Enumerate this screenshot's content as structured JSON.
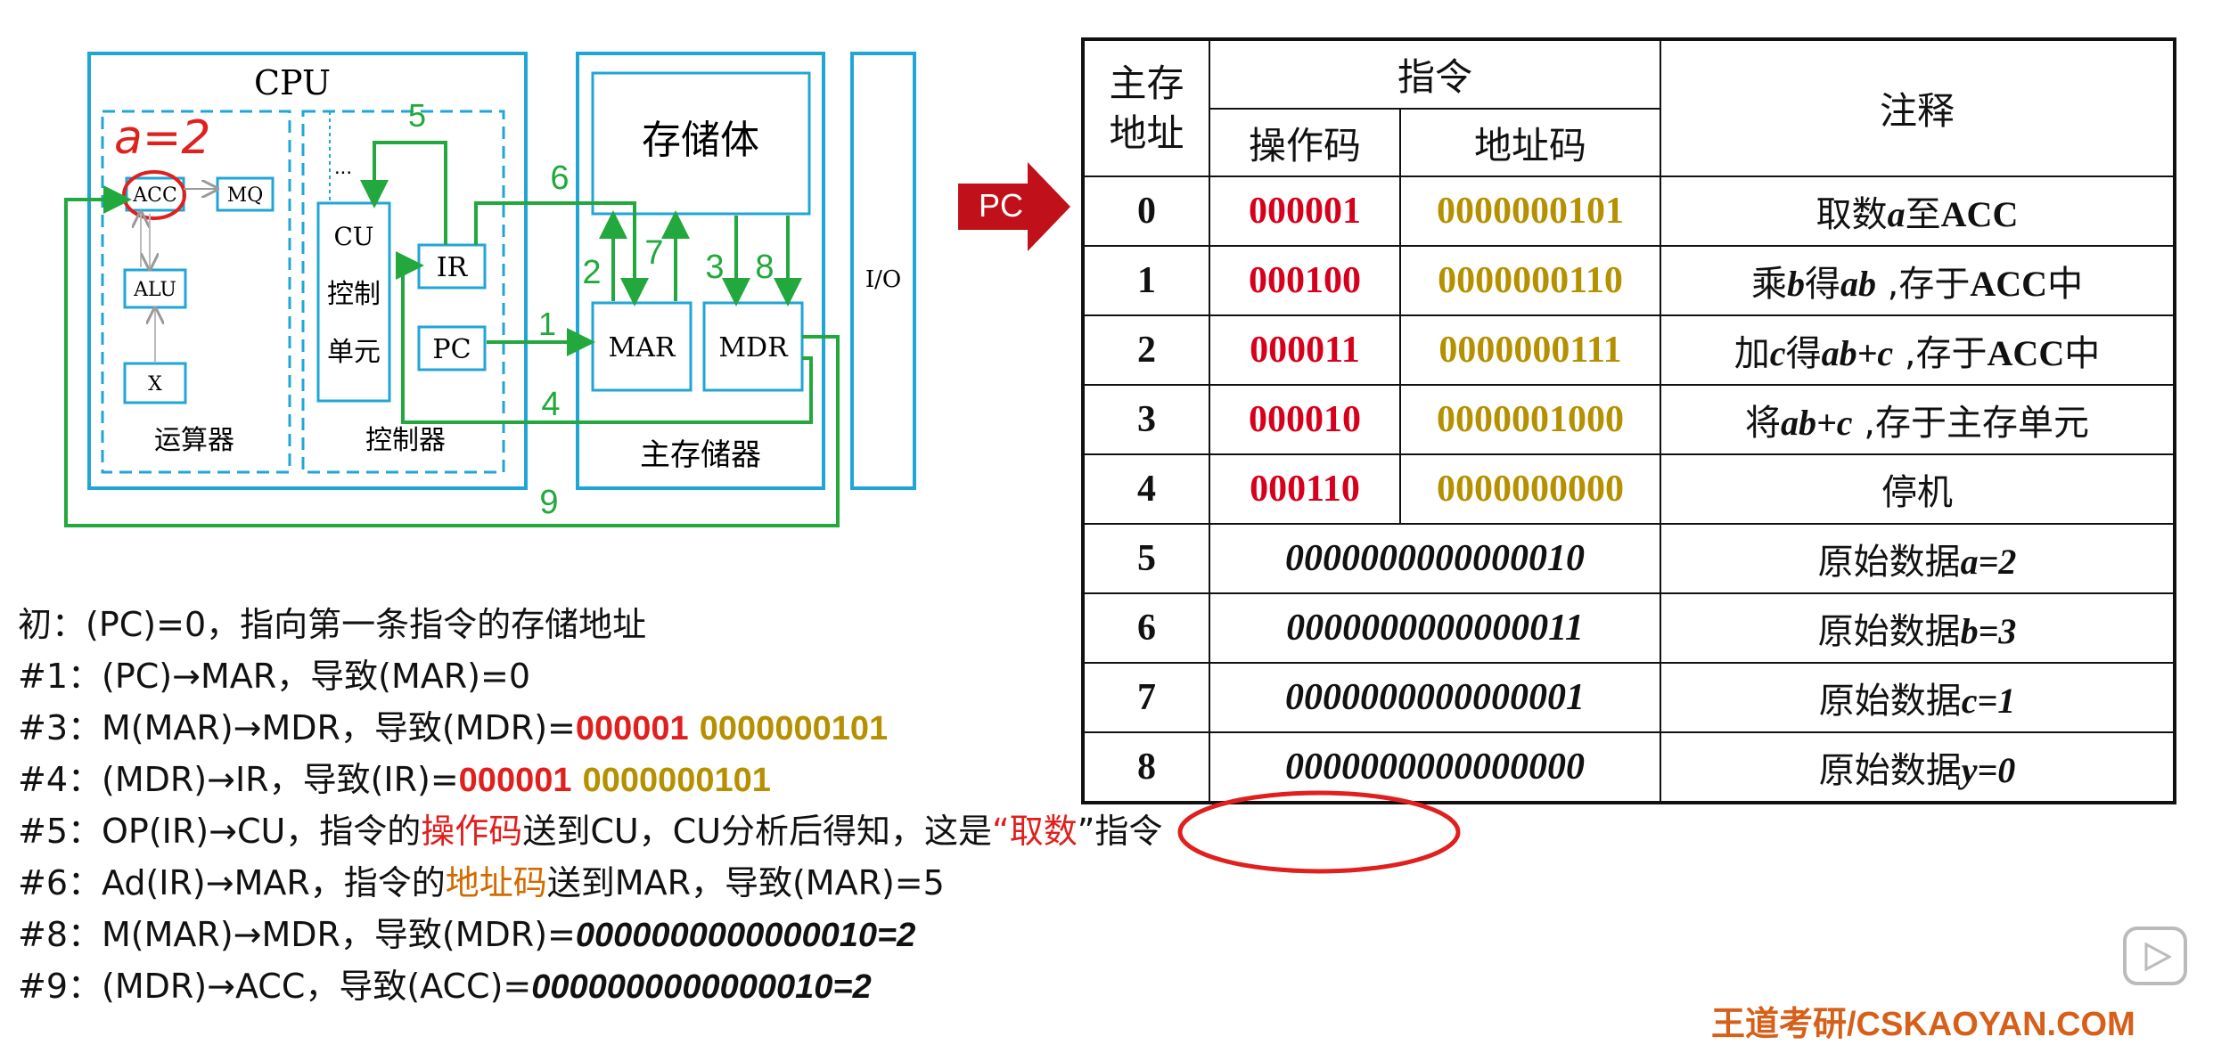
{
  "diagram": {
    "cpu_label": "CPU",
    "acc_annotation": "a=2",
    "acc": "ACC",
    "mq": "MQ",
    "alu": "ALU",
    "x": "X",
    "alu_group": "运算器",
    "cu_dots": "...",
    "cu_line1": "CU",
    "cu_line2": "控制",
    "cu_line3": "单元",
    "ir": "IR",
    "pc": "PC",
    "cu_group": "控制器",
    "storage": "存储体",
    "mar": "MAR",
    "mdr": "MDR",
    "memory_group": "主存储器",
    "io": "I/O",
    "step_numbers": [
      "1",
      "2",
      "3",
      "4",
      "5",
      "6",
      "7",
      "8",
      "9"
    ],
    "colors": {
      "frame": "#20a6d6",
      "flow": "#22a83c",
      "annotation": "#e0201e"
    }
  },
  "pc_arrow": {
    "label": "PC",
    "color": "#c0101a"
  },
  "table": {
    "headers": {
      "address": "主存地址",
      "instruction": "指令",
      "opcode": "操作码",
      "addrcode": "地址码",
      "note": "注释"
    },
    "rows": [
      {
        "addr": "0",
        "op": "000001",
        "ad": "0000000101",
        "note_parts": [
          "取数",
          "a",
          "至",
          "ACC"
        ]
      },
      {
        "addr": "1",
        "op": "000100",
        "ad": "0000000110",
        "note_parts": [
          "乘",
          "b",
          "得",
          "ab",
          " ,存于",
          "ACC",
          "中"
        ]
      },
      {
        "addr": "2",
        "op": "000011",
        "ad": "0000000111",
        "note_parts": [
          "加",
          "c",
          "得",
          "ab+c",
          "  ,存于",
          "ACC",
          "中"
        ]
      },
      {
        "addr": "3",
        "op": "000010",
        "ad": "0000001000",
        "note_parts": [
          "将",
          "ab+c",
          " ,存于主存单元"
        ]
      },
      {
        "addr": "4",
        "op": "000110",
        "ad": "0000000000",
        "note_parts": [
          "停机"
        ]
      },
      {
        "addr": "5",
        "word": "0000000000000010",
        "note_parts": [
          "原始数据",
          "a=2"
        ]
      },
      {
        "addr": "6",
        "word": "0000000000000011",
        "note_parts": [
          "原始数据",
          "b=3"
        ]
      },
      {
        "addr": "7",
        "word": "0000000000000001",
        "note_parts": [
          "原始数据",
          "c=1"
        ]
      },
      {
        "addr": "8",
        "word": "0000000000000000",
        "note_parts": [
          "原始数据",
          "y=0"
        ]
      }
    ]
  },
  "steps": {
    "s0": {
      "text": "初：(PC)=0，指向第一条指令的存储地址"
    },
    "s1": {
      "text": "#1：(PC)→MAR，导致(MAR)=0"
    },
    "s3": {
      "pre": "#3：M(MAR)→MDR，导致(MDR)=",
      "op": "000001",
      "ad": "0000000101"
    },
    "s4": {
      "pre": "#4：(MDR)→IR，导致(IR)=",
      "op": "000001",
      "ad": "0000000101"
    },
    "s5": {
      "pre": "#5：OP(IR)→CU，指令的",
      "hl": "操作码",
      "mid": "送到CU，CU分析后得知，这是",
      "q_open": "“",
      "quoted": "取数",
      "q_close": "”",
      "post": "指令"
    },
    "s6": {
      "pre": "#6：Ad(IR)→MAR，指令的",
      "hl": "地址码",
      "post": "送到MAR，导致(MAR)=5"
    },
    "s8": {
      "pre": "#8：M(MAR)→MDR，导致(MDR)=",
      "val": "0000000000000010=2"
    },
    "s9": {
      "pre": "#9：(MDR)→ACC，导致(ACC)=",
      "val": "0000000000000010=2"
    }
  },
  "watermark": "王道考研/CSKAOYAN.COM",
  "play_button": "play-icon"
}
